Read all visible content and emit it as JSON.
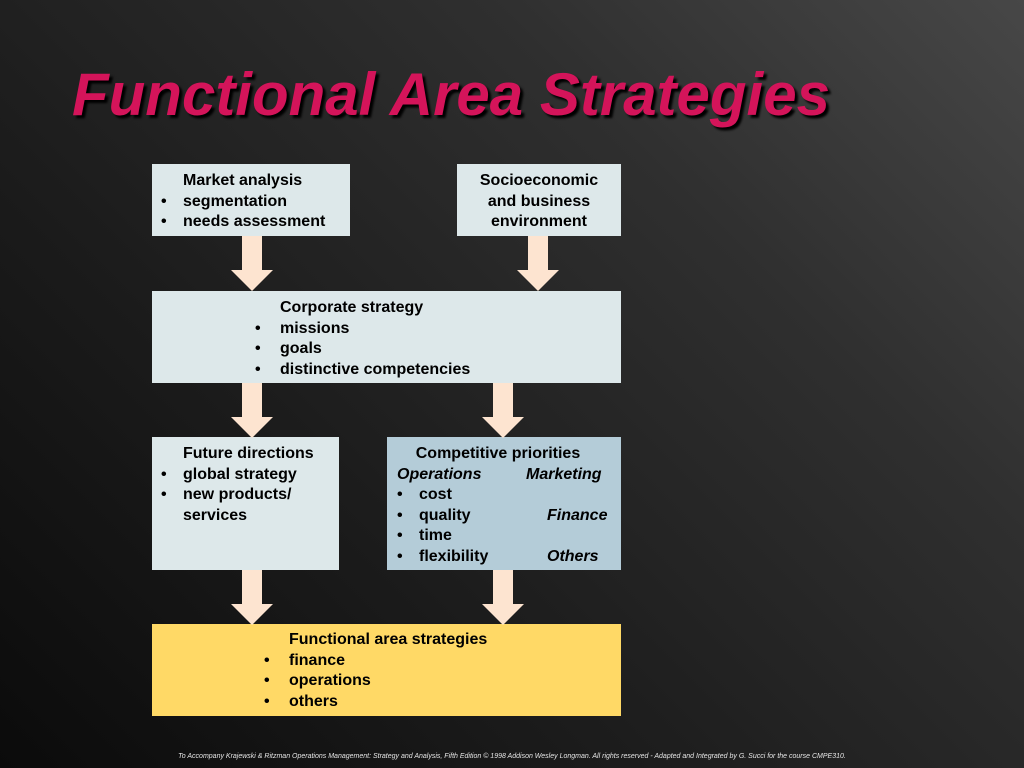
{
  "slide": {
    "title": "Functional Area Strategies",
    "footer": "To Accompany Krajewski & Ritzman Operations Management: Strategy and Analysis, Fifth Edition © 1998 Addison Wesley Longman. All rights reserved - Adapted and Integrated by G. Succi for the course CMPE310."
  },
  "market": {
    "heading": "Market analysis",
    "items": [
      "segmentation",
      "needs assessment"
    ]
  },
  "socio": {
    "lines": [
      "Socioeconomic",
      "and business",
      "environment"
    ]
  },
  "corporate": {
    "heading": "Corporate strategy",
    "items": [
      "missions",
      "goals",
      "distinctive competencies"
    ]
  },
  "future": {
    "heading": "Future directions",
    "items": [
      "global strategy",
      "new products/"
    ],
    "continuation": "services"
  },
  "competitive": {
    "heading": "Competitive priorities",
    "col_operations": "Operations",
    "col_marketing": "Marketing",
    "items": [
      "cost",
      "quality",
      "time",
      "flexibility"
    ],
    "finance": "Finance",
    "others": "Others"
  },
  "functional": {
    "heading": "Functional area strategies",
    "items": [
      "finance",
      "operations",
      "others"
    ]
  },
  "bullet": "•",
  "colors": {
    "title": "#d4145a",
    "box_light": "#dde8ea",
    "box_blue": "#b4ccd8",
    "box_yellow": "#ffd966",
    "arrow_fill": "#fde4d0"
  }
}
